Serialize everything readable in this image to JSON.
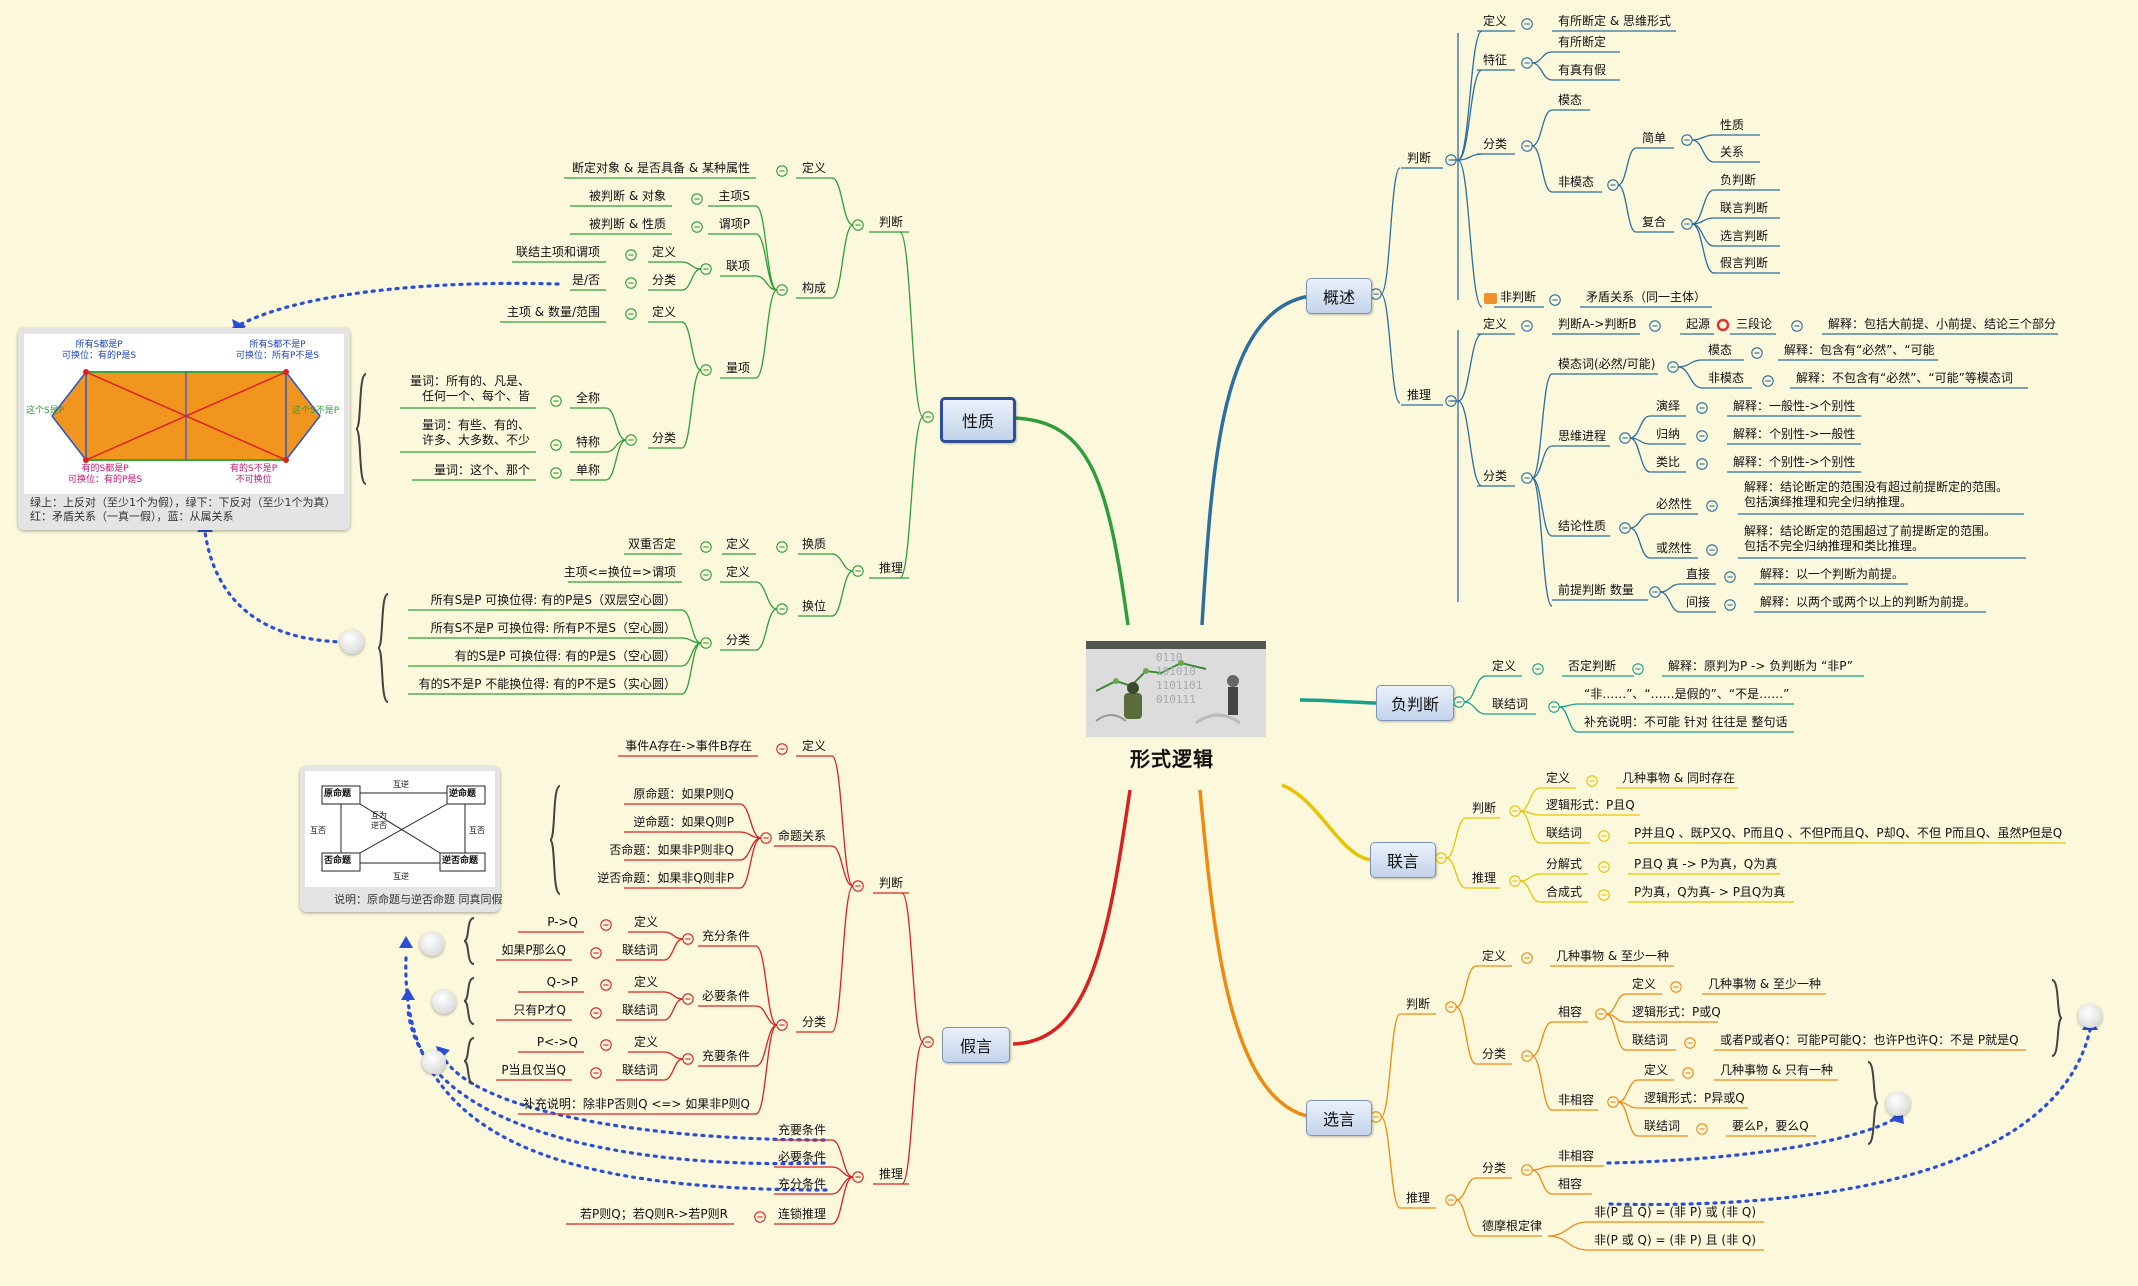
{
  "root": {
    "title": "形式逻辑"
  },
  "colors": {
    "background": "#fcf8dc",
    "overview": "#2c6e9e",
    "nature": "#2e9e3a",
    "negation": "#18a08a",
    "conjunction": "#e8c400",
    "disjunction": "#ee8a12",
    "hypothesis": "#d82222",
    "dotted": "#2a4fd6"
  },
  "overview": {
    "label": "概述",
    "judgment": {
      "label": "判断",
      "def": {
        "label": "定义",
        "value": "有所断定 & 思维形式"
      },
      "feature": {
        "label": "特征",
        "items": [
          "有所断定",
          "有真有假"
        ]
      },
      "classify": {
        "label": "分类",
        "modal": "模态",
        "nonmodal": "非模态",
        "simple": {
          "label": "简单",
          "items": [
            "性质",
            "关系"
          ]
        },
        "compound": {
          "label": "复合",
          "items": [
            "负判断",
            "联言判断",
            "选言判断",
            "假言判断"
          ]
        }
      },
      "nonjudg": {
        "label": "非判断",
        "value": "矛盾关系（同一主体）"
      }
    },
    "reasoning": {
      "label": "推理",
      "def": {
        "label": "定义",
        "value": "判断A->判断B",
        "origin": "起源",
        "origin_value": "三段论",
        "note": "解释：包括大前提、小前提、结论三个部分"
      },
      "classify": {
        "label": "分类",
        "modal_words": {
          "label": "模态词(必然/可能)",
          "modal": "模态",
          "modal_note": "解释：包含有“必然”、“可能",
          "nonmodal": "非模态",
          "nonmodal_note": "解释：不包含有“必然”、“可能”等模态词"
        },
        "thinking": {
          "label": "思维进程",
          "items": [
            {
              "label": "演绎",
              "note": "解释：一般性->个别性"
            },
            {
              "label": "归纳",
              "note": "解释：个别性->一般性"
            },
            {
              "label": "类比",
              "note": "解释：个别性->个别性"
            }
          ]
        },
        "conclusion": {
          "label": "结论性质",
          "items": [
            {
              "label": "必然性",
              "note": "解释：结论断定的范围没有超过前提断定的范围。\n包括演绎推理和完全归纳推理。"
            },
            {
              "label": "或然性",
              "note": "解释：结论断定的范围超过了前提断定的范围。\n包括不完全归纳推理和类比推理。"
            }
          ]
        },
        "premise": {
          "label": "前提判断 数量",
          "items": [
            {
              "label": "直接",
              "note": "解释：以一个判断为前提。"
            },
            {
              "label": "间接",
              "note": "解释：以两个或两个以上的判断为前提。"
            }
          ]
        }
      }
    }
  },
  "negation": {
    "label": "负判断",
    "def": {
      "label": "定义",
      "value": "否定判断",
      "note": "解释：原判为P -> 负判断为 “非P”"
    },
    "words": {
      "label": "联结词",
      "value": "“非……”、“……是假的”、“不是……”",
      "note": "补充说明：不可能 针对 往往是 整句话"
    }
  },
  "conjunction": {
    "label": "联言",
    "judgment": {
      "label": "判断",
      "items": [
        {
          "label": "定义",
          "value": "几种事物 & 同时存在"
        },
        {
          "label": "逻辑形式：P且Q",
          "value": ""
        },
        {
          "label": "联结词",
          "value": "P并且Q 、既P又Q、P而且Q 、不但P而且Q、P却Q、不但 P而且Q、虽然P但是Q"
        }
      ]
    },
    "reasoning": {
      "label": "推理",
      "items": [
        {
          "label": "分解式",
          "value": "P且Q 真 -> P为真，Q为真"
        },
        {
          "label": "合成式",
          "value": "P为真，Q为真- > P且Q为真"
        }
      ]
    }
  },
  "disjunction": {
    "label": "选言",
    "judgment": {
      "label": "判断",
      "def": {
        "label": "定义",
        "value": "几种事物 & 至少一种"
      },
      "classify": {
        "label": "分类",
        "compatible": {
          "label": "相容",
          "def": "定义",
          "def_value": "几种事物 & 至少一种",
          "form": "逻辑形式：P或Q",
          "words": "联结词",
          "words_value": "或者P或者Q：可能P可能Q：也许P也许Q：不是 P就是Q"
        },
        "incompatible": {
          "label": "非相容",
          "def": "定义",
          "def_value": "几种事物 & 只有一种",
          "form": "逻辑形式：P异或Q",
          "words": "联结词",
          "words_value": "要么P，要么Q"
        }
      }
    },
    "reasoning": {
      "label": "推理",
      "classify": {
        "label": "分类",
        "items": [
          "非相容",
          "相容"
        ]
      },
      "demorgan": {
        "label": "德摩根定律",
        "items": [
          "非(P 且 Q) = (非 P) 或 (非 Q)",
          "非(P 或 Q) = (非 P) 且 (非 Q)"
        ]
      }
    }
  },
  "nature": {
    "label": "性质",
    "judgment": {
      "label": "判断",
      "def": {
        "label": "定义",
        "value": "断定对象 & 是否具备 & 某种属性"
      },
      "structure": {
        "label": "构成",
        "subject": {
          "label": "主项S",
          "value": "被判断 & 对象"
        },
        "predicate": {
          "label": "谓项P",
          "value": "被判断 & 性质"
        },
        "copula": {
          "label": "联项",
          "def": "定义",
          "def_value": "联结主项和谓项",
          "classify": "分类",
          "classify_value": "是/否"
        },
        "quantity": {
          "label": "量项",
          "def": "定义",
          "def_value": "主项 & 数量/范围",
          "classify": "分类",
          "items": [
            {
              "label": "全称",
              "value": "量词：所有的、凡是、\n任何一个、每个、皆"
            },
            {
              "label": "特称",
              "value": "量词：有些、有的、\n许多、大多数、不少"
            },
            {
              "label": "单称",
              "value": "量词：这个、那个"
            }
          ]
        }
      }
    },
    "reasoning": {
      "label": "推理",
      "swap": {
        "label": "换质",
        "def": "定义",
        "def_value": "双重否定"
      },
      "convert": {
        "label": "换位",
        "def": "定义",
        "def_value": "主项<=换位=>谓项",
        "classify": "分类",
        "items": [
          "所有S是P 可换位得: 有的P是S（双层空心圆）",
          "所有S不是P 可换位得: 所有P不是S（空心圆）",
          "有的S是P 可换位得: 有的P是S（空心圆）",
          "有的S不是P 不能换位得: 有的P不是S（实心圆）"
        ]
      }
    },
    "square": {
      "top_left": "所有S都是P\n可换位：有的P是S",
      "top_right": "所有S都不是P\n可换位：所有P不是S",
      "left": "这个S是P",
      "right": "这个S不是P",
      "bottom_left": "有的S都是P\n可换位：有的P是S",
      "bottom_right": "有的S不是P\n不可换位",
      "caption": "绿上：上反对（至少1个为假），绿下：下反对（至少1个为真）\n红：矛盾关系（一真一假），蓝：从属关系"
    }
  },
  "hypothesis": {
    "label": "假言",
    "judgment": {
      "label": "判断",
      "def": {
        "label": "定义",
        "value": "事件A存在->事件B存在"
      },
      "relation": {
        "label": "命题关系",
        "items": [
          "原命题：如果P则Q",
          "逆命题：如果Q则P",
          "否命题：如果非P则非Q",
          "逆否命题：如果非Q则非P"
        ]
      },
      "classify": {
        "label": "分类",
        "items": [
          {
            "label": "充分条件",
            "def": "定义",
            "def_value": "P->Q",
            "words": "联结词",
            "words_value": "如果P那么Q"
          },
          {
            "label": "必要条件",
            "def": "定义",
            "def_value": "Q->P",
            "words": "联结词",
            "words_value": "只有P才Q"
          },
          {
            "label": "充要条件",
            "def": "定义",
            "def_value": "P<->Q",
            "words": "联结词",
            "words_value": "P当且仅当Q"
          }
        ],
        "note": "补充说明：除非P否则Q <=> 如果非P则Q"
      }
    },
    "reasoning": {
      "label": "推理",
      "items": [
        "充要条件",
        "必要条件",
        "充分条件"
      ],
      "chain": {
        "label": "连锁推理",
        "value": "若P则Q；若Q则R->若P则R"
      }
    },
    "diagram": {
      "orig": "原命题",
      "conv": "逆命题",
      "inv": "否命题",
      "contra": "逆否命题",
      "mutual": "互逆",
      "neg": "互否",
      "mutual_neg": "互为\n逆否",
      "caption": "说明：原命题与逆否命题 同真同假"
    }
  }
}
